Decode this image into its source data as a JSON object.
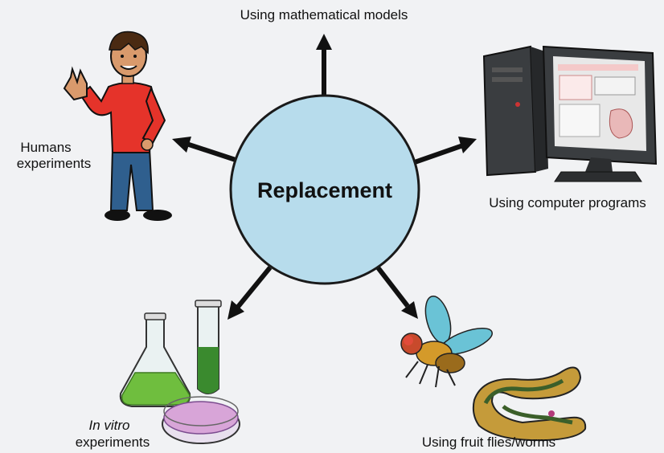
{
  "diagram": {
    "center": "Replacement",
    "labels": {
      "top": "Using mathematical models",
      "right": "Using computer programs",
      "left_line1": "Humans",
      "left_line2": "experiments",
      "bottom_left_line1": "In vitro",
      "bottom_left_line2": "experiments",
      "bottom_right": "Using fruit flies/worms"
    }
  },
  "colors": {
    "circle_fill": "#b7dcec",
    "circle_stroke": "#1a1a1a",
    "arrow": "#111111",
    "shirt": "#e5332a",
    "pants": "#2f5f8e",
    "liquid_green": "#6fbe3e",
    "dish_pink": "#d8a5d8",
    "computer_body": "#3a3d40"
  },
  "icons": [
    "human-figure-icon",
    "computer-icon",
    "lab-glassware-icon",
    "fruit-fly-icon",
    "worm-icon",
    "up-arrow-icon"
  ]
}
